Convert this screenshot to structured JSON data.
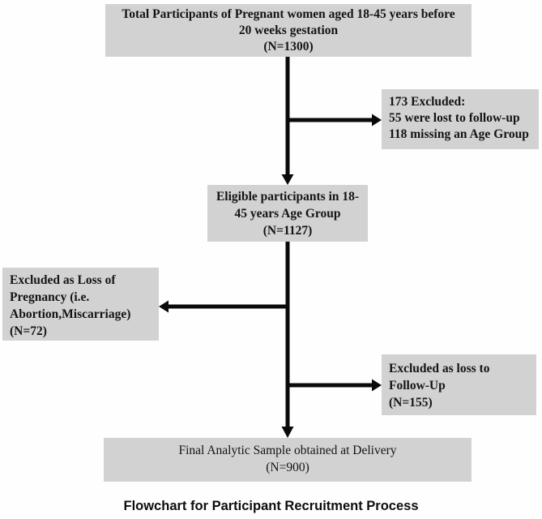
{
  "caption": "Flowchart for Participant Recruitment Process",
  "colors": {
    "box_bg": "#d2d2d2",
    "arrow": "#0a0a0a",
    "text": "#141414",
    "background": "#fefefe"
  },
  "boxes": {
    "total": {
      "lines": [
        "Total Participants of Pregnant women aged 18-45 years before",
        "20 weeks gestation",
        "(N=1300)"
      ]
    },
    "excluded_initial": {
      "lines": [
        "173 Excluded:",
        "55 were lost to follow-up",
        "118 missing an Age Group"
      ]
    },
    "eligible": {
      "lines": [
        "Eligible participants in 18-",
        "45 years Age Group",
        "(N=1127)"
      ]
    },
    "excluded_pregnancy_loss": {
      "lines": [
        "Excluded as Loss of",
        "Pregnancy (i.e.",
        "Abortion,Miscarriage)",
        "(N=72)"
      ]
    },
    "excluded_followup": {
      "lines": [
        "Excluded as loss to",
        "Follow-Up",
        "(N=155)"
      ]
    },
    "final": {
      "lines": [
        "Final Analytic Sample obtained at Delivery",
        "(N=900)"
      ]
    }
  }
}
